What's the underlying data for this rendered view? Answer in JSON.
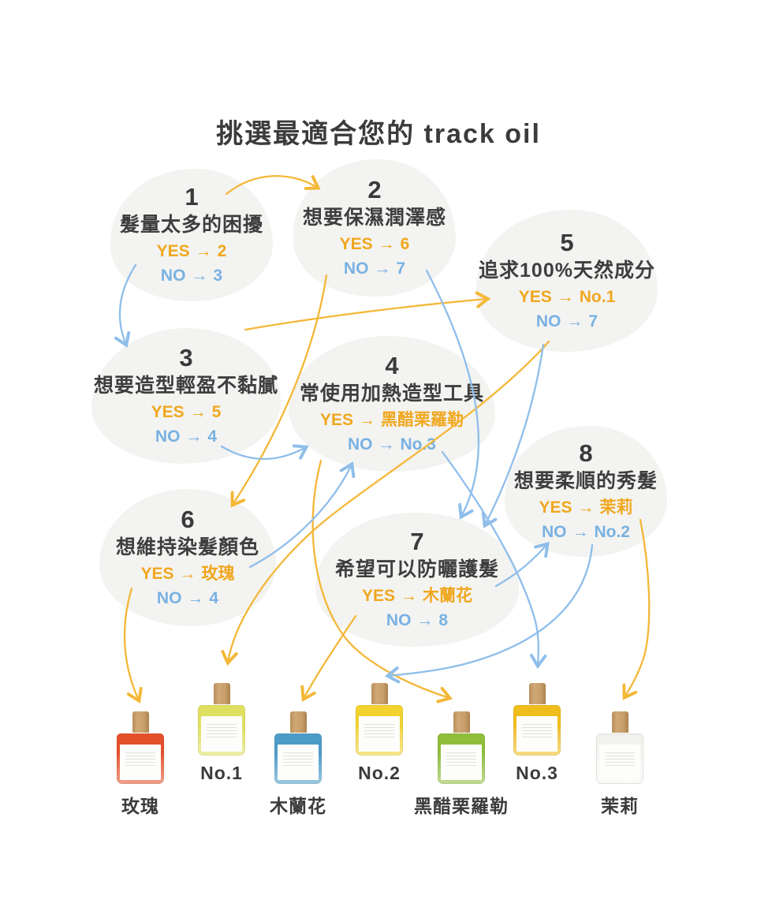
{
  "title": "挑選最適合您的 track oil",
  "labels": {
    "yes": "YES",
    "no": "NO",
    "arrow": "→"
  },
  "colors": {
    "yes_text": "#F0A71E",
    "no_text": "#79B1E2",
    "yes_arrow": "#F4B737",
    "no_arrow": "#8FBEEA",
    "bubble_bg": "#F3F3F1",
    "heading_text": "#3B3B3B",
    "bottle_cap": "#C79E6A"
  },
  "nodes": [
    {
      "id": "1",
      "question": "髮量太多的困擾",
      "yes": "2",
      "no": "3"
    },
    {
      "id": "2",
      "question": "想要保濕潤澤感",
      "yes": "6",
      "no": "7"
    },
    {
      "id": "3",
      "question": "想要造型輕盈不黏膩",
      "yes": "5",
      "no": "4"
    },
    {
      "id": "4",
      "question": "常使用加熱造型工具",
      "yes": "黑醋栗羅勒",
      "no": "No.3"
    },
    {
      "id": "5",
      "question": "追求100%天然成分",
      "yes": "No.1",
      "no": "7"
    },
    {
      "id": "6",
      "question": "想維持染髮顏色",
      "yes": "玫瑰",
      "no": "4"
    },
    {
      "id": "7",
      "question": "希望可以防曬護髮",
      "yes": "木蘭花",
      "no": "8"
    },
    {
      "id": "8",
      "question": "想要柔順的秀髮",
      "yes": "茉莉",
      "no": "No.2"
    }
  ],
  "products": [
    {
      "name": "玫瑰",
      "color": "#E4502B"
    },
    {
      "name": "No.1",
      "color": "#DFE05F"
    },
    {
      "name": "木蘭花",
      "color": "#4D9CC8"
    },
    {
      "name": "No.2",
      "color": "#F2D22E"
    },
    {
      "name": "黑醋栗羅勒",
      "color": "#8FBE3A"
    },
    {
      "name": "No.3",
      "color": "#F0BE1C"
    },
    {
      "name": "茉莉",
      "color": "#F2F1ED"
    }
  ]
}
